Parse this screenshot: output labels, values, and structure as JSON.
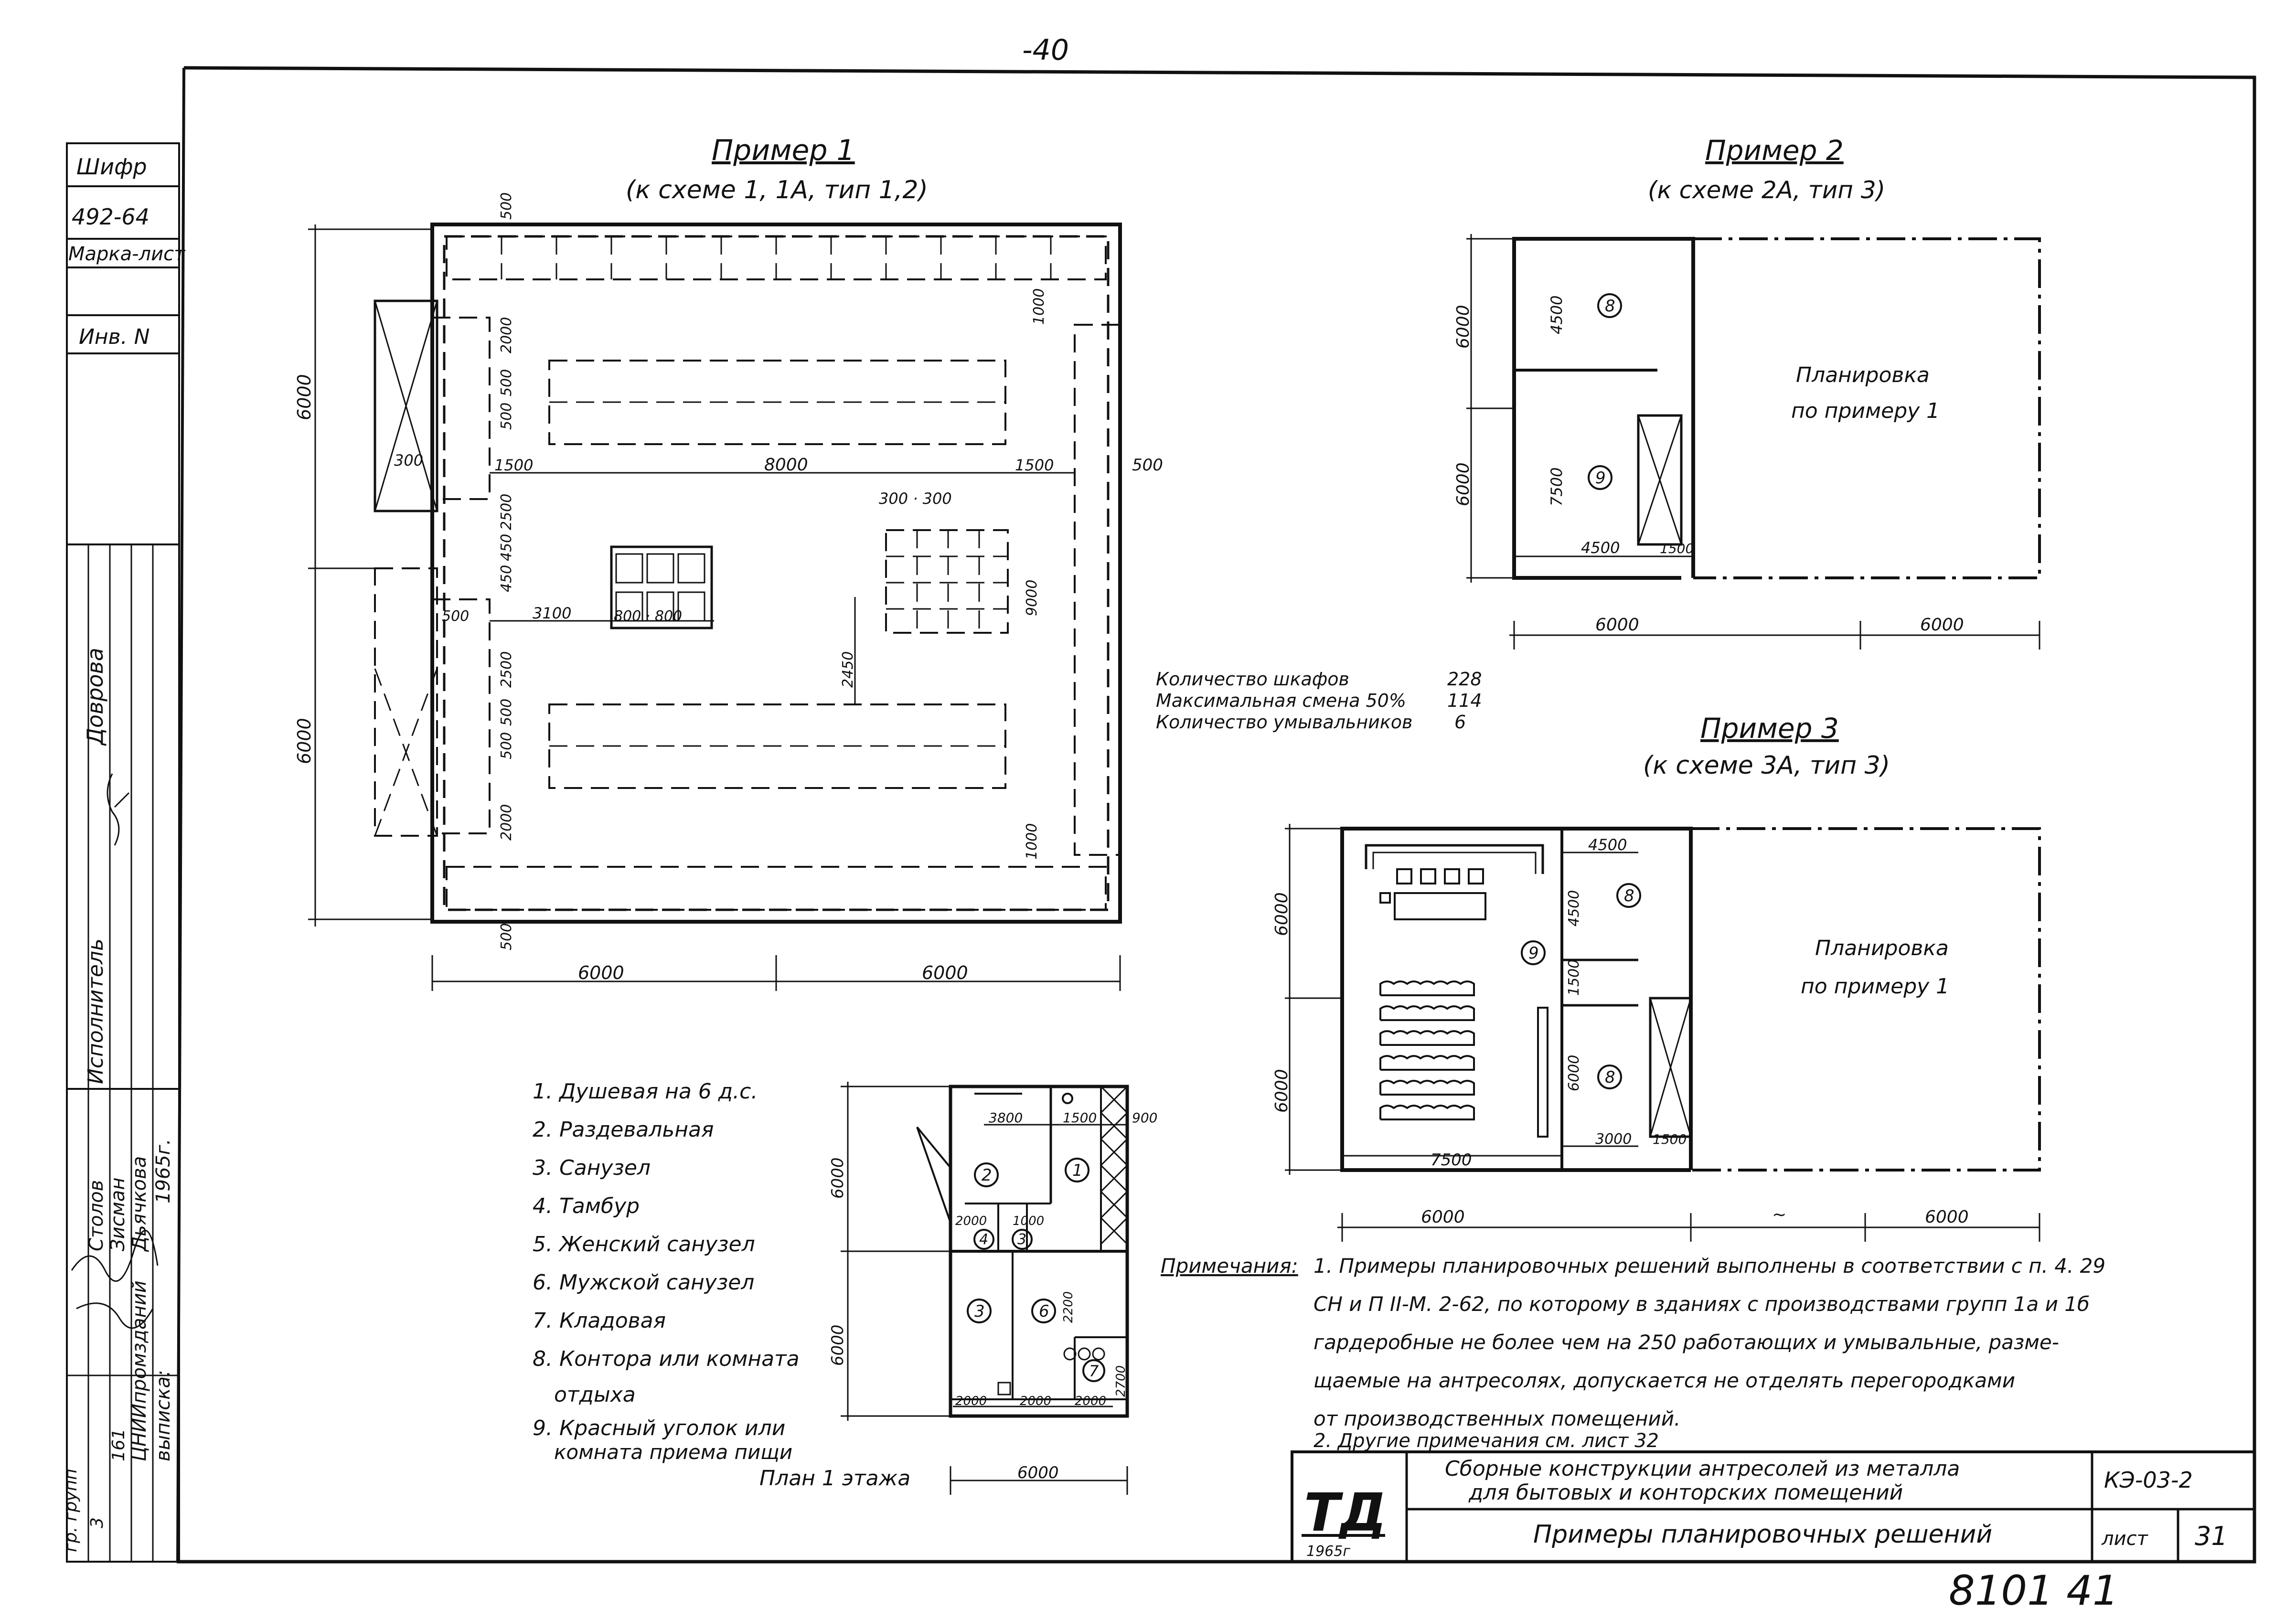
{
  "page_number": "-40",
  "side_stamp": {
    "cipher_label": "Шифр",
    "cipher_value": "492-64",
    "mark_label": "Марка-лист",
    "inv_label": "Инв. N",
    "checked": "Доврова",
    "author_label": "Исполнитель",
    "people": [
      "Столов",
      "Зисман",
      "Дьячкова"
    ],
    "year": "1965г.",
    "org": "ЦНИИпромзданий",
    "extract": "выписка:",
    "group_label": "гр. групп",
    "group_nums": [
      "3",
      "161"
    ]
  },
  "example1": {
    "title": "Пример 1",
    "subtitle": "(к схеме 1, 1А, тип 1,2)",
    "dims": [
      "500",
      "2000",
      "500",
      "500",
      "1500",
      "8000",
      "1500",
      "500",
      "1000",
      "300",
      "300 · 300",
      "2500",
      "450",
      "450",
      "3100",
      "500",
      "800 · 800",
      "2450",
      "9000",
      "2500",
      "500",
      "500",
      "2000",
      "1000",
      "500",
      "6000",
      "6000",
      "6000",
      "6000",
      "300"
    ]
  },
  "stats": {
    "rows": [
      {
        "label": "Количество шкафов",
        "value": "228"
      },
      {
        "label": "Максимальная смена 50%",
        "value": "114"
      },
      {
        "label": "Количество умывальников",
        "value": "6"
      }
    ]
  },
  "example2": {
    "title": "Пример 2",
    "subtitle": "(к схеме 2А, тип 3)",
    "rooms": [
      "8",
      "9"
    ],
    "note": [
      "Планировка",
      "по примеру 1"
    ],
    "dims": [
      "6000",
      "6000",
      "4500",
      "7500",
      "4500",
      "1500",
      "6000",
      "6000"
    ]
  },
  "example3": {
    "title": "Пример 3",
    "subtitle": "(к схеме 3А, тип 3)",
    "rooms": [
      "9",
      "8",
      "8"
    ],
    "note": [
      "Планировка",
      "по примеру 1"
    ],
    "dims": [
      "4500",
      "4500",
      "1500",
      "6000",
      "6000",
      "6000",
      "3000",
      "1500",
      "7500",
      "6000",
      "~",
      "6000"
    ]
  },
  "legend": [
    "1. Душевая на 6 д.с.",
    "2. Раздевальная",
    "3. Санузел",
    "4. Тамбур",
    "5. Женский санузел",
    "6. Мужской санузел",
    "7. Кладовая",
    "8. Контора или комната",
    "отдыха",
    "9. Красный уголок или",
    "комната приема пищи"
  ],
  "plan1": {
    "caption": "План 1 этажа",
    "rooms": [
      "2",
      "1",
      "4",
      "3",
      "3",
      "6",
      "7"
    ],
    "dims": [
      "3800",
      "1500",
      "900",
      "6000",
      "6000",
      "2000",
      "1000",
      "2200",
      "2000",
      "2000",
      "2000",
      "2700",
      "6000"
    ]
  },
  "notes": {
    "label": "Примечания:",
    "lines": [
      "1. Примеры планировочных решений выполнены в соответствии с п. 4. 29",
      "СН и П II-М. 2-62, по которому в зданиях с производствами групп 1а и 1б",
      "гардеробные не более чем на 250 работающих и умывальные, разме-",
      "щаемые на антресолях, допускается не отделять перегородками",
      "от производственных помещений.",
      "2. Другие примечания см. лист 32"
    ]
  },
  "titleblock": {
    "logo": "ТД",
    "year": "1965г",
    "title_line1": "Сборные конструкции антресолей из металла",
    "title_line2": "для бытовых и конторских помещений",
    "code": "КЭ-03-2",
    "subtitle": "Примеры планировочных решений",
    "sheet_label": "лист",
    "sheet_number": "31"
  },
  "footer_number": "8101 41"
}
